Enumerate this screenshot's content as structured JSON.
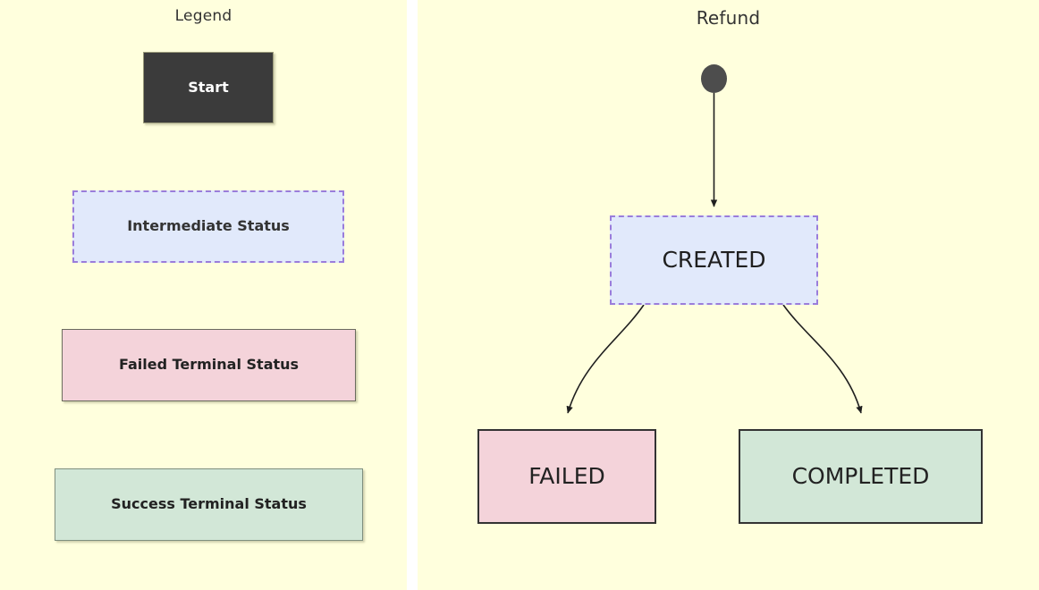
{
  "legend": {
    "title": "Legend",
    "items": [
      {
        "label": "Start",
        "kind": "start"
      },
      {
        "label": "Intermediate Status",
        "kind": "intermediate"
      },
      {
        "label": "Failed Terminal Status",
        "kind": "failed-terminal"
      },
      {
        "label": "Success Terminal Status",
        "kind": "success-terminal"
      }
    ]
  },
  "flow": {
    "title": "Refund",
    "start_node": "start-point",
    "nodes": [
      {
        "id": "CREATED",
        "label": "CREATED",
        "kind": "intermediate"
      },
      {
        "id": "FAILED",
        "label": "FAILED",
        "kind": "failed-terminal"
      },
      {
        "id": "COMPLETED",
        "label": "COMPLETED",
        "kind": "success-terminal"
      }
    ],
    "edges": [
      {
        "from": "start-point",
        "to": "CREATED",
        "label": ""
      },
      {
        "from": "CREATED",
        "to": "FAILED",
        "label": ""
      },
      {
        "from": "CREATED",
        "to": "COMPLETED",
        "label": ""
      }
    ]
  },
  "colors": {
    "canvas": "#ffffdd",
    "start_fill": "#3b3b3b",
    "intermediate_fill": "#e1e9fb",
    "intermediate_border": "#9a7ddb",
    "failed_fill": "#f4d3da",
    "success_fill": "#d2e7d7",
    "edge_stroke": "#333333",
    "title_text": "#333333"
  }
}
